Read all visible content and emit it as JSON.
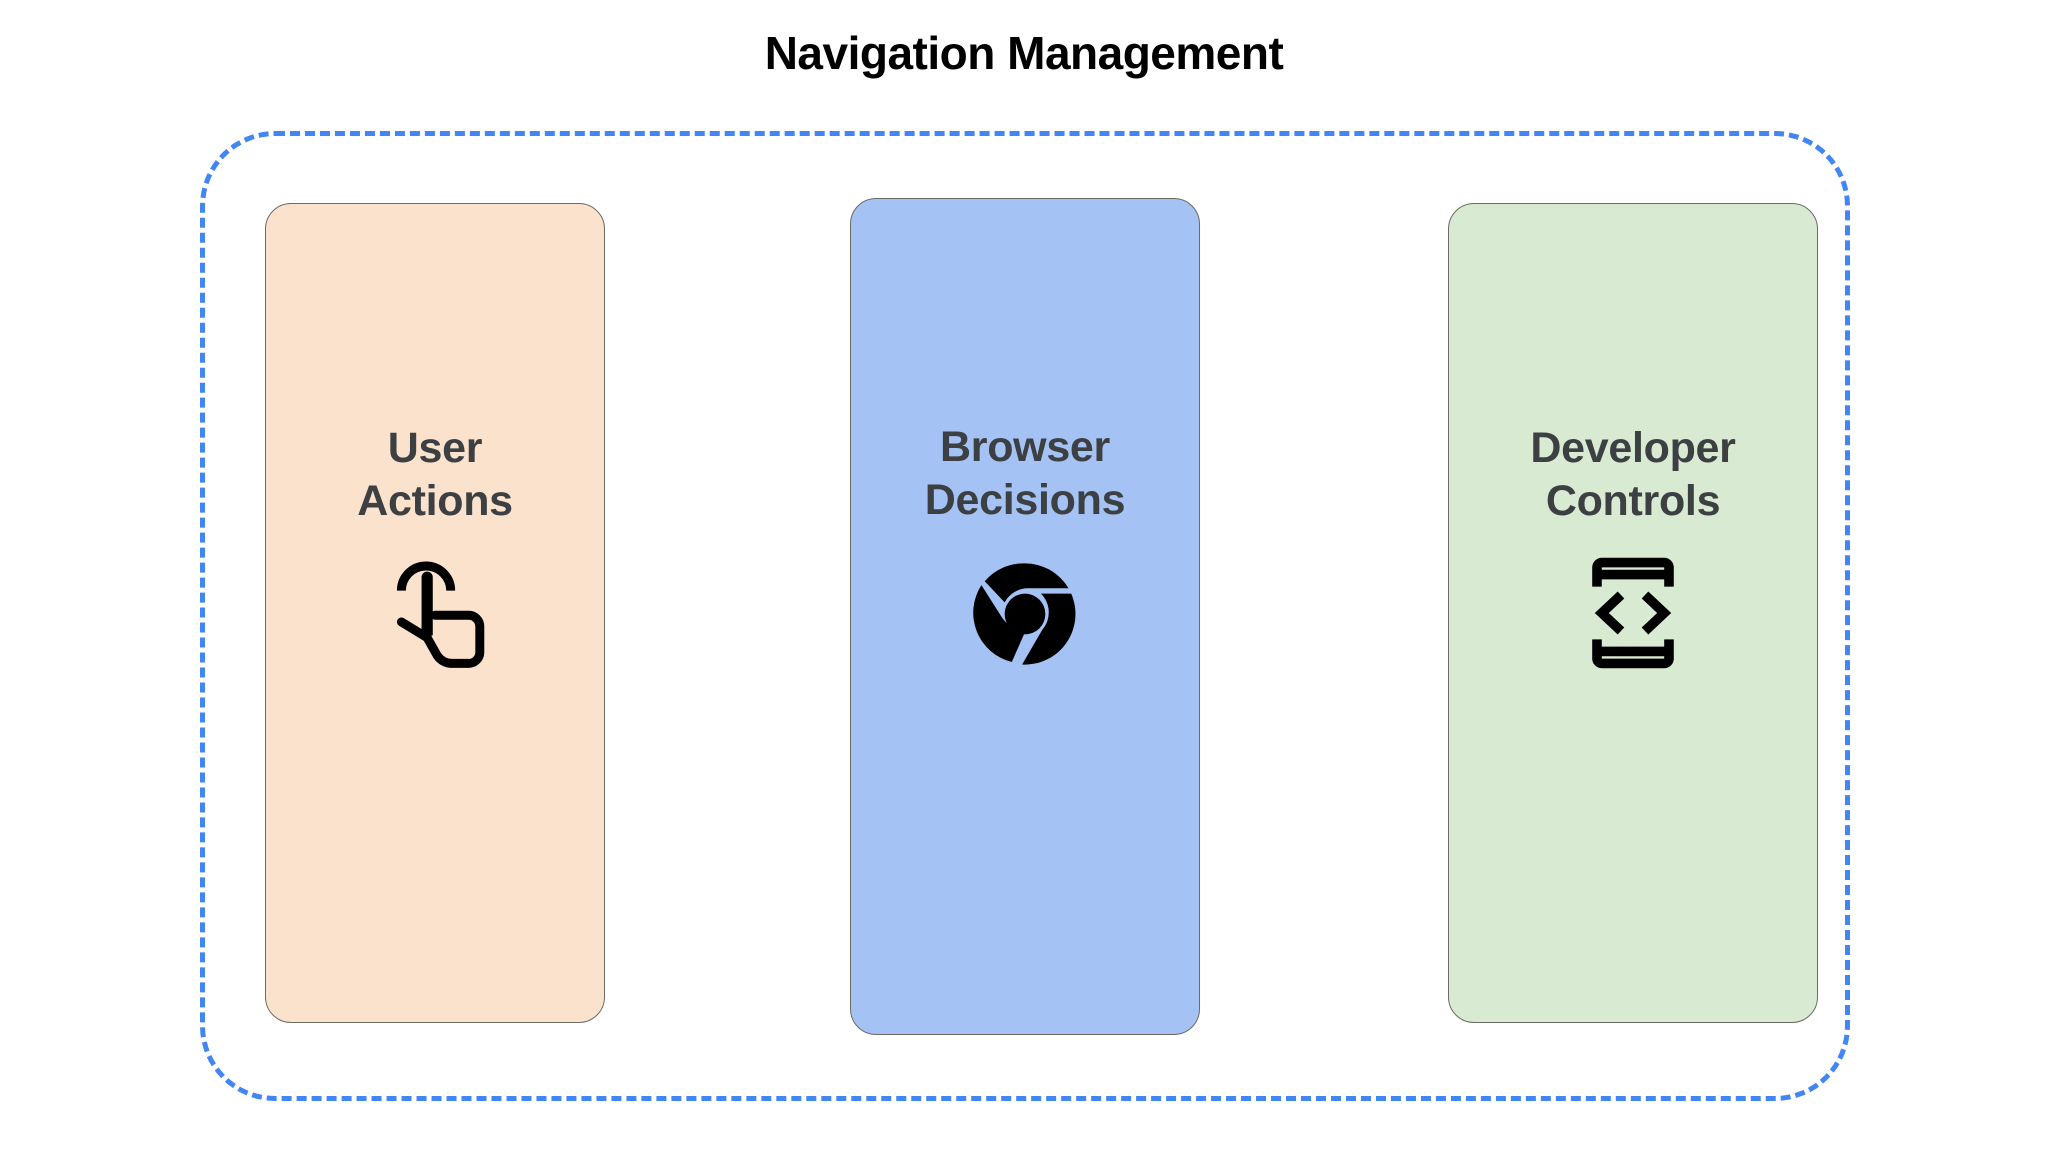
{
  "page": {
    "title": "Navigation Management",
    "background_color": "#ffffff",
    "title_color": "#000000"
  },
  "group_container": {
    "name": "dashed-group",
    "border_style": "dashed",
    "border_color": "#4285F4"
  },
  "cards": [
    {
      "id": "user-actions",
      "label": "User\nActions",
      "background_color": "#FBE2CC",
      "border_color": "#6b6b63",
      "text_color": "#3c4043",
      "icon": "touch-app-icon",
      "icon_color": "#000000"
    },
    {
      "id": "browser-decisions",
      "label": "Browser\nDecisions",
      "background_color": "#A4C2F4",
      "border_color": "#6b6b63",
      "text_color": "#3c4043",
      "icon": "chrome-logo-icon",
      "icon_color": "#000000"
    },
    {
      "id": "developer-controls",
      "label": "Developer\nControls",
      "background_color": "#D9EAD3",
      "border_color": "#6b6b63",
      "text_color": "#3c4043",
      "icon": "developer-mode-icon",
      "icon_color": "#000000"
    }
  ]
}
